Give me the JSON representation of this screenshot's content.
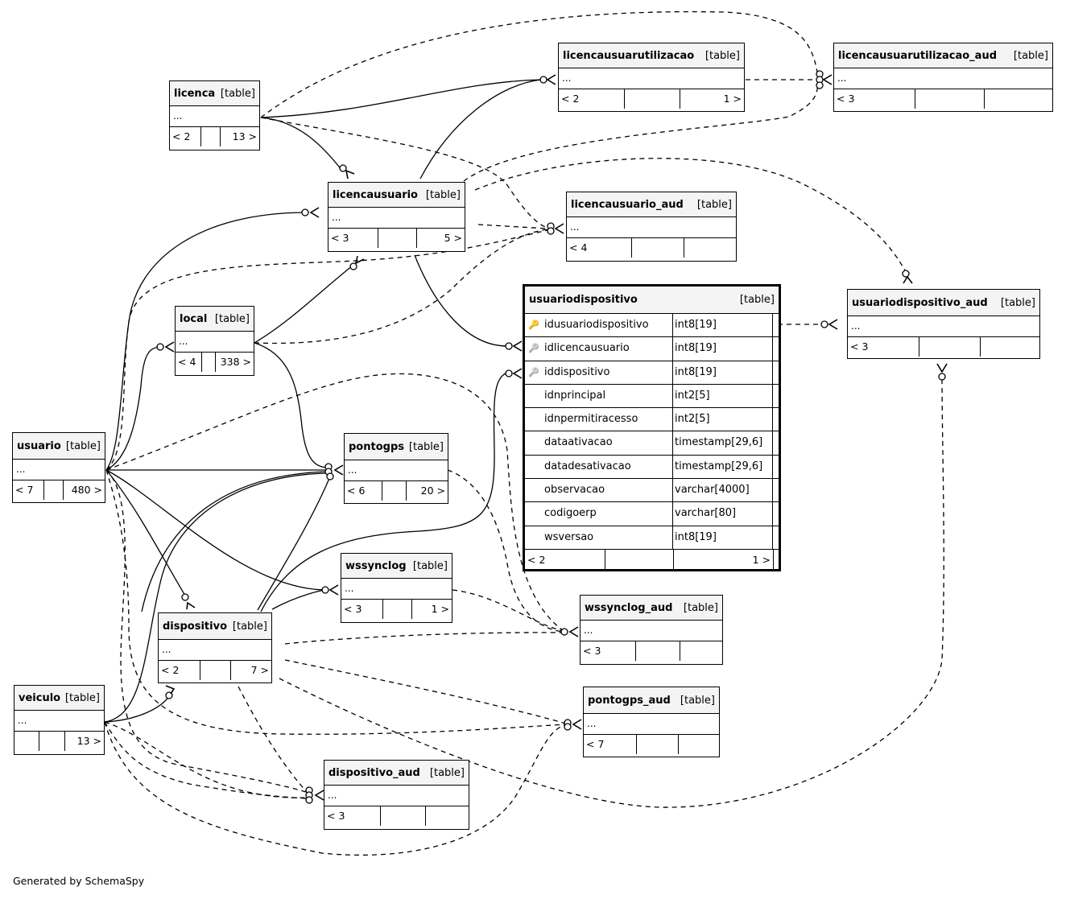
{
  "credit": "Generated by SchemaSpy",
  "table_tag": "[table]",
  "ellipsis": "...",
  "tables": {
    "licenca": {
      "name": "licenca",
      "foot": [
        "< 2",
        "",
        "13 >"
      ]
    },
    "licencausuariouti": {
      "name": "licencausuarutilizacao",
      "foot": [
        "< 2",
        "",
        "1 >"
      ]
    },
    "licencausuariouti_aud": {
      "name": "licencausuarutilizacao_aud",
      "foot": [
        "< 3",
        "",
        ""
      ]
    },
    "licencausuario": {
      "name": "licencausuario",
      "foot": [
        "< 3",
        "",
        "5 >"
      ]
    },
    "licencausuario_aud": {
      "name": "licencausuario_aud",
      "foot": [
        "< 4",
        "",
        ""
      ]
    },
    "local": {
      "name": "local",
      "foot": [
        "< 4",
        "",
        "338 >"
      ]
    },
    "usuariodispositivo_aud": {
      "name": "usuariodispositivo_aud",
      "foot": [
        "< 3",
        "",
        ""
      ]
    },
    "usuario": {
      "name": "usuario",
      "foot": [
        "< 7",
        "",
        "480 >"
      ]
    },
    "pontogps": {
      "name": "pontogps",
      "foot": [
        "< 6",
        "",
        "20 >"
      ]
    },
    "wssynclog": {
      "name": "wssynclog",
      "foot": [
        "< 3",
        "",
        "1 >"
      ]
    },
    "wssynclog_aud": {
      "name": "wssynclog_aud",
      "foot": [
        "< 3",
        "",
        ""
      ]
    },
    "dispositivo": {
      "name": "dispositivo",
      "foot": [
        "< 2",
        "",
        "7 >"
      ]
    },
    "pontogps_aud": {
      "name": "pontogps_aud",
      "foot": [
        "< 7",
        "",
        ""
      ]
    },
    "veiculo": {
      "name": "veiculo",
      "foot": [
        "",
        "",
        "13 >"
      ]
    },
    "dispositivo_aud": {
      "name": "dispositivo_aud",
      "foot": [
        "< 3",
        "",
        ""
      ]
    }
  },
  "usuariodispositivo": {
    "name": "usuariodispositivo",
    "columns": [
      {
        "name": "idusuariodispositivo",
        "type": "int8[19]",
        "key": "primary-key"
      },
      {
        "name": "idlicencausuario",
        "type": "int8[19]",
        "key": "foreign-key"
      },
      {
        "name": "iddispositivo",
        "type": "int8[19]",
        "key": "foreign-key"
      },
      {
        "name": "idnprincipal",
        "type": "int2[5]",
        "key": ""
      },
      {
        "name": "idnpermitiracesso",
        "type": "int2[5]",
        "key": ""
      },
      {
        "name": "dataativacao",
        "type": "timestamp[29,6]",
        "key": ""
      },
      {
        "name": "datadesativacao",
        "type": "timestamp[29,6]",
        "key": ""
      },
      {
        "name": "observacao",
        "type": "varchar[4000]",
        "key": ""
      },
      {
        "name": "codigoerp",
        "type": "varchar[80]",
        "key": ""
      },
      {
        "name": "wsversao",
        "type": "int8[19]",
        "key": ""
      }
    ],
    "foot": [
      "< 2",
      "",
      "1 >"
    ]
  }
}
